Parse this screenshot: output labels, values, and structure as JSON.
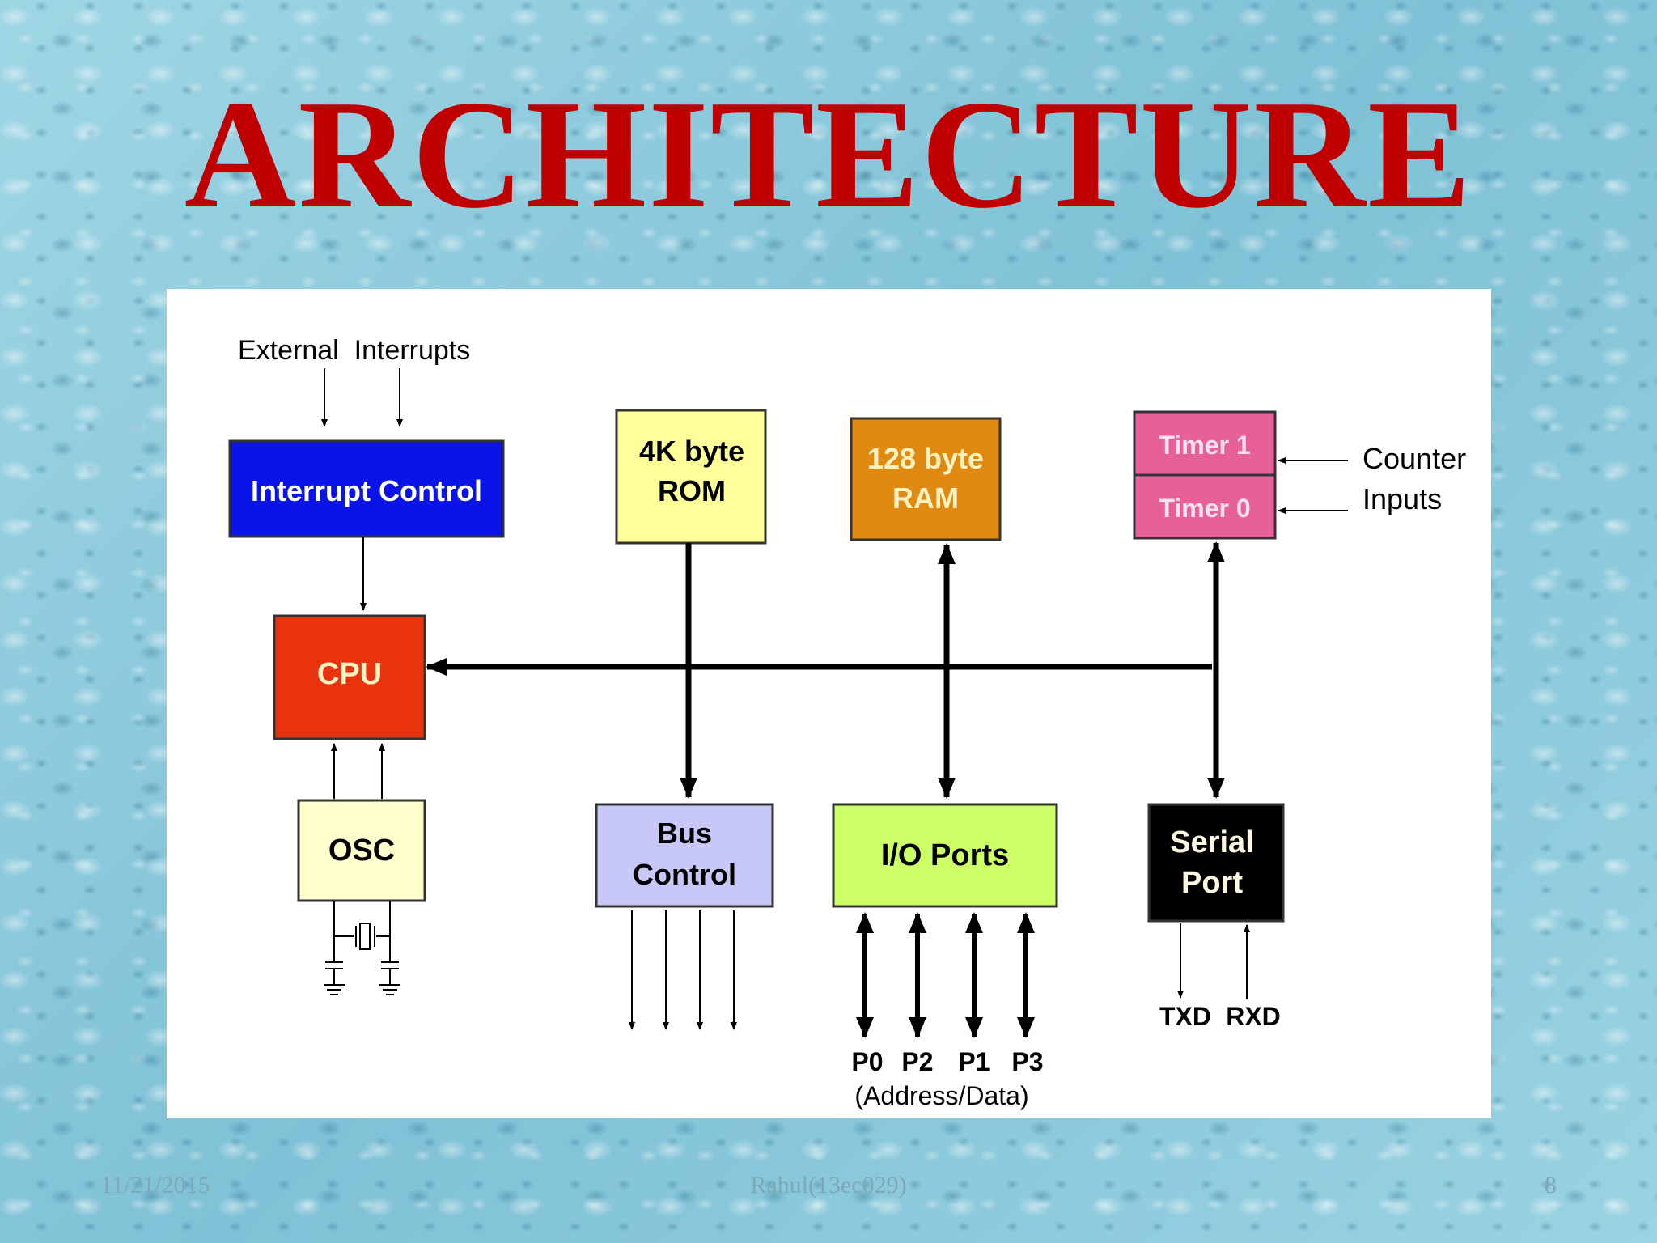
{
  "slide": {
    "title": "ARCHITECTURE",
    "footer": {
      "date": "11/21/2015",
      "author": "Rahul(13ec029)",
      "page": "8"
    }
  },
  "diagram": {
    "external_interrupts_label": "External  Interrupts",
    "interrupt_control": {
      "label": "Interrupt Control",
      "fill": "#0a14e6",
      "text_color": "#ffffff"
    },
    "cpu": {
      "label": "CPU",
      "fill": "#e8330e",
      "text_color": "#fff2c0"
    },
    "osc": {
      "label": "OSC",
      "fill": "#ffffcc",
      "text_color": "#000000"
    },
    "rom": {
      "line1": "4K byte",
      "line2": "ROM",
      "fill": "#ffff99",
      "text_color": "#000000"
    },
    "ram": {
      "line1": "128 byte",
      "line2": "RAM",
      "fill": "#e08a12",
      "text_color": "#fff2c0"
    },
    "timer1": {
      "label": "Timer 1",
      "fill": "#e8609a",
      "text_color": "#ffe0ec"
    },
    "timer0": {
      "label": "Timer 0",
      "fill": "#e8609a",
      "text_color": "#ffe0ec"
    },
    "counter_inputs": {
      "line1": "Counter",
      "line2": "Inputs"
    },
    "bus_control": {
      "line1": "Bus",
      "line2": "Control",
      "fill": "#c8c8f8",
      "text_color": "#000000"
    },
    "io_ports": {
      "label": "I/O Ports",
      "fill": "#ccff66",
      "text_color": "#000000"
    },
    "serial_port": {
      "line1": "Serial",
      "line2": "Port",
      "fill": "#000000",
      "text_color": "#fff8e0"
    },
    "txd_label": "TXD",
    "rxd_label": "RXD",
    "port_labels": [
      "P0",
      "P2",
      "P1",
      "P3"
    ],
    "address_data_label": "(Address/Data)"
  }
}
